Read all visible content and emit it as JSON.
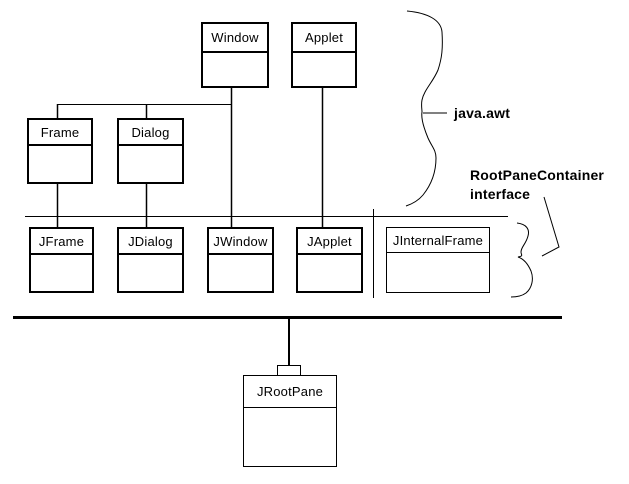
{
  "boxes": {
    "window": {
      "label": "Window"
    },
    "applet": {
      "label": "Applet"
    },
    "frame": {
      "label": "Frame"
    },
    "dialog": {
      "label": "Dialog"
    },
    "jframe": {
      "label": "JFrame"
    },
    "jdialog": {
      "label": "JDialog"
    },
    "jwindow": {
      "label": "JWindow"
    },
    "japplet": {
      "label": "JApplet"
    },
    "jinternalframe": {
      "label": "JInternalFrame"
    },
    "jrootpane": {
      "label": "JRootPane"
    }
  },
  "annotations": {
    "java_awt": "java.awt",
    "rootpane_container": "RootPaneContainer",
    "interface_word": "interface"
  },
  "colors": {
    "line": "#000000",
    "background": "#ffffff",
    "text": "#000000"
  }
}
